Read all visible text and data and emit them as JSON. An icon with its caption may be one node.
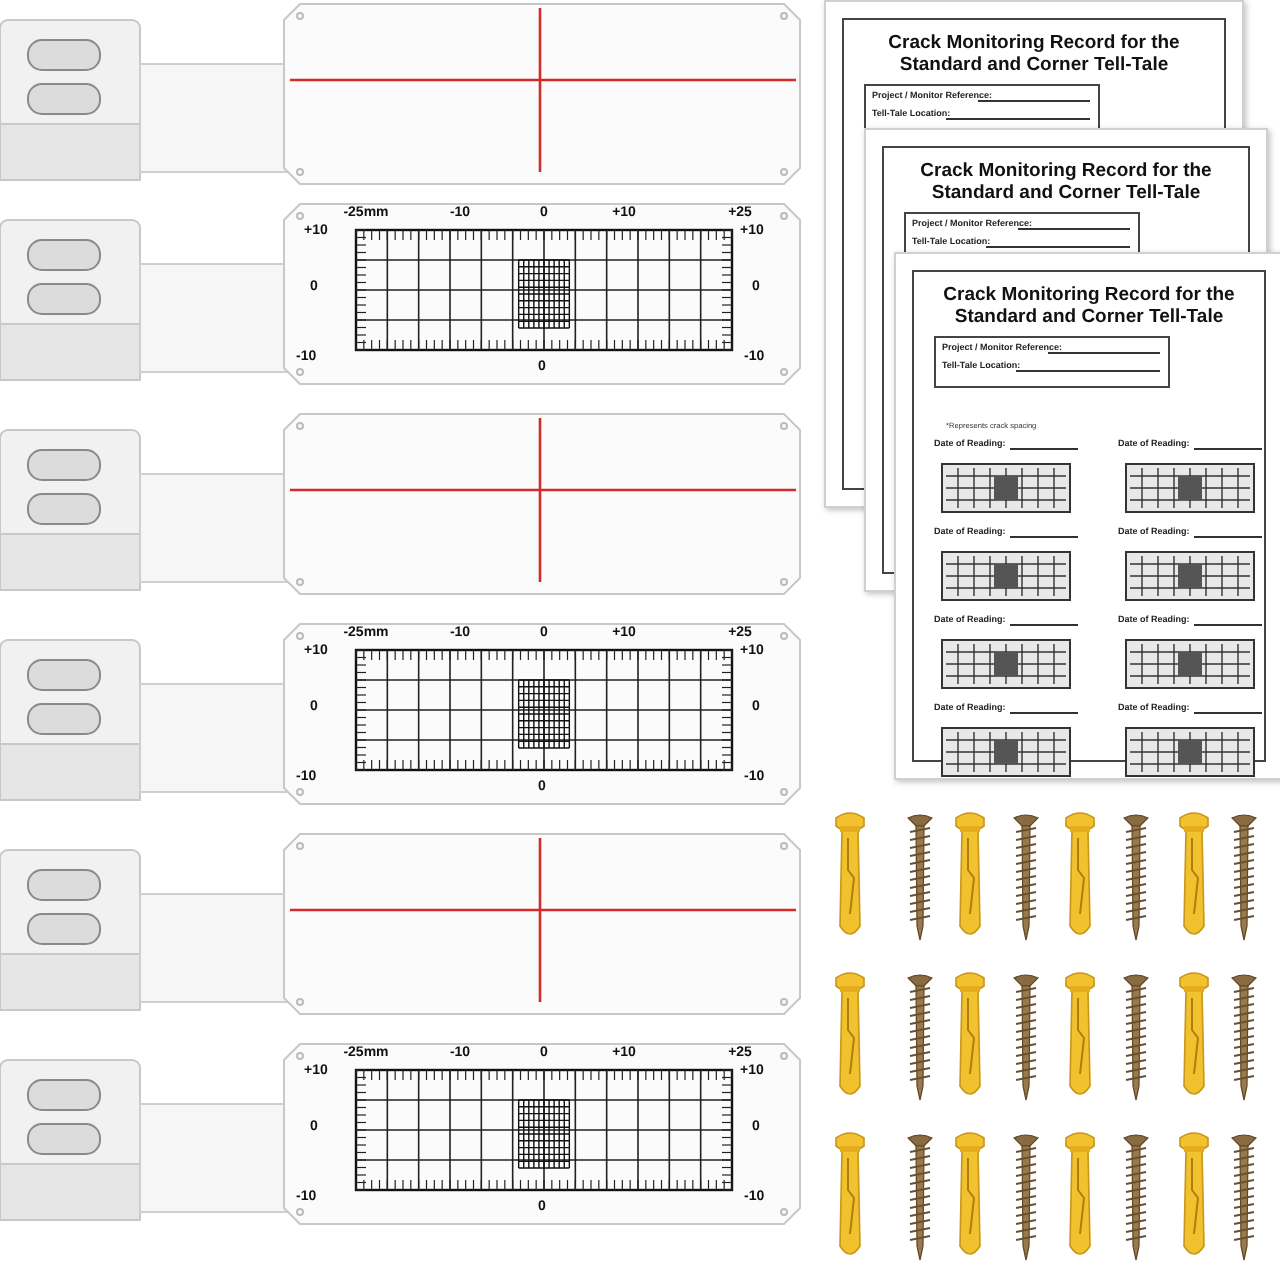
{
  "diagram": {
    "labels": [
      "Crack Monitoring Record for the Standard and Corner Tell-Tale",
      "Project / Monitor Reference:",
      "Tell-Tale Location:",
      "Crack Monitoring Record for the Standard and Corner Tell-Tale",
      "Project / Monitor Reference:",
      "Tell-Tale Location:",
      "Crack Monitoring Record for the Standard and Corner Tell-Tale",
      "Project / Monitor Reference:",
      "Tell-Tale Location:",
      "*Represents crack spacing",
      "Date of Reading:",
      "Date of Reading:",
      "Date of Reading:",
      "Date of Reading:",
      "Date of Reading:",
      "Date of Reading:",
      "Date of Reading:",
      "Date of Reading:",
      "-25mm",
      "-10",
      "0",
      "+10",
      "+25",
      "+10",
      "+10",
      "0",
      "0",
      "-10",
      "0",
      "-10",
      "-25mm",
      "-10",
      "0",
      "+10",
      "+25",
      "+10",
      "+10",
      "0",
      "0",
      "-10",
      "0",
      "-10",
      "-25mm",
      "-10",
      "0",
      "+10",
      "+25",
      "+10",
      "+10",
      "0",
      "0",
      "-10",
      "0",
      "-10"
    ]
  }
}
